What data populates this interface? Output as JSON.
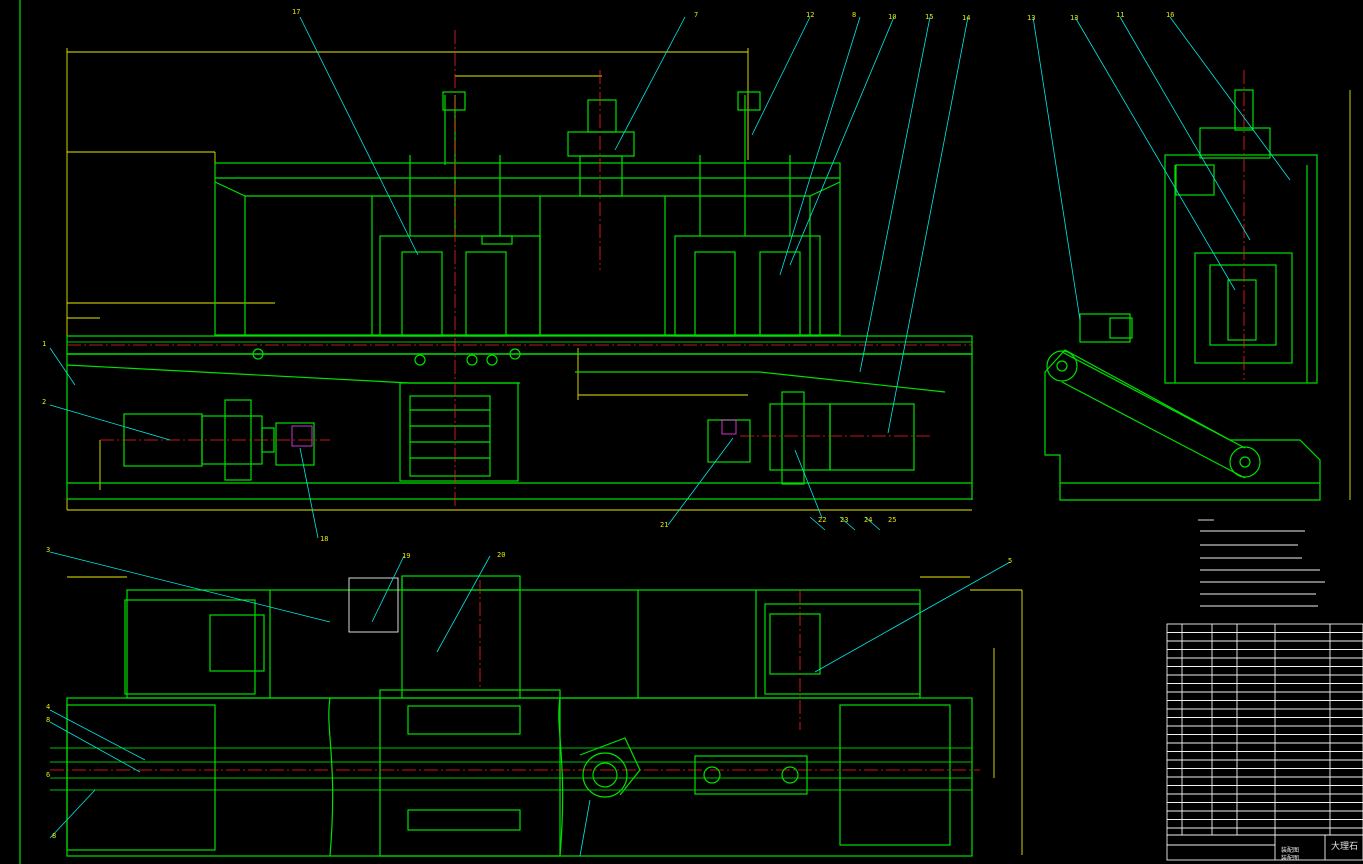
{
  "drawing": {
    "colors": {
      "background": "#000000",
      "outline": "#00e000",
      "dimension": "#e8e800",
      "leader": "#00e8e8",
      "centerline": "#ff2020",
      "hatch": "#ff40ff",
      "text": "#e8e8e8"
    },
    "balloons_top": [
      "17",
      "7",
      "12",
      "8",
      "10",
      "15",
      "14",
      "13",
      "13",
      "11",
      "16"
    ],
    "balloons_front": [
      "1",
      "2",
      "18",
      "21",
      "22",
      "23",
      "24",
      "25"
    ],
    "balloons_plan": [
      "3",
      "19",
      "20",
      "5",
      "4",
      "8",
      "6",
      "8"
    ],
    "title_block_title": "大理石",
    "title_block_sub1": "装配图",
    "title_block_sub2": "装配图"
  }
}
